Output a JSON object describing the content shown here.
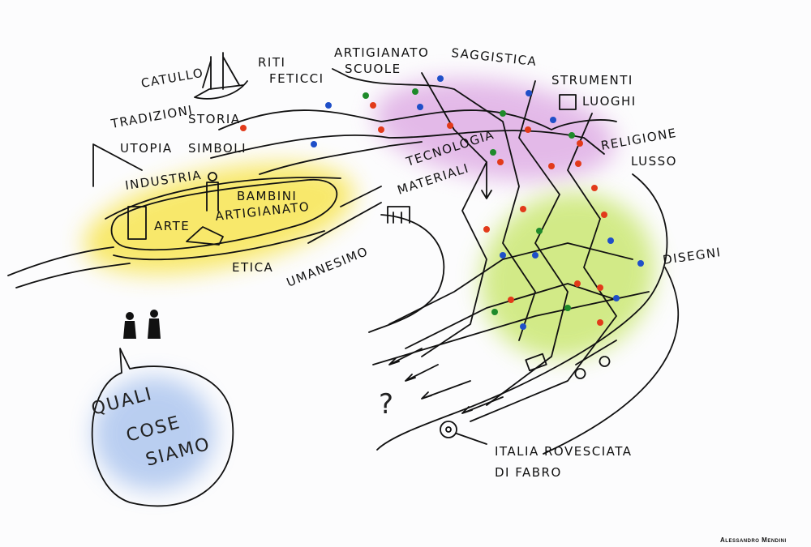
{
  "labels": {
    "catullo": "CATULLO",
    "riti": "RITI",
    "feticci": "FETICCI",
    "tradizioni": "TRADIZIONI",
    "storia": "STORIA",
    "utopia": "UTOPIA",
    "simboli": "SIMBOLI",
    "industria": "INDUSTRIA",
    "bambini": "BAMBINI",
    "artigianato_island": "ARTIGIANATO",
    "arte": "ARTE",
    "etica": "ETICA",
    "umanesimo": "UMANESIMO",
    "artigianato_top": "ARTIGIANATO",
    "scuole": "SCUOLE",
    "saggistica": "SAGGISTICA",
    "strumenti": "STRUMENTI",
    "luoghi": "LUOGHI",
    "tecnologia": "TECNOLOGIA",
    "materiali": "MATERIALI",
    "religione": "RELIGIONE",
    "lusso": "LUSSO",
    "disegni": "DISEGNI",
    "question": "?",
    "italia": "ITALIA ROVESCIATA",
    "di_fabro": "DI FABRO"
  },
  "bubble": {
    "line1": "QUALI",
    "line2": "COSE",
    "line3": "SIAMO"
  },
  "signature": "Alessandro Mendini",
  "colors": {
    "yellow": "#f7e23a",
    "purple": "#d99ee0",
    "green": "#c8e66a",
    "blue": "#a9c3ee",
    "red": "#e23a1a",
    "dot_blue": "#1f4fc8",
    "dot_green": "#1e8a2a"
  }
}
